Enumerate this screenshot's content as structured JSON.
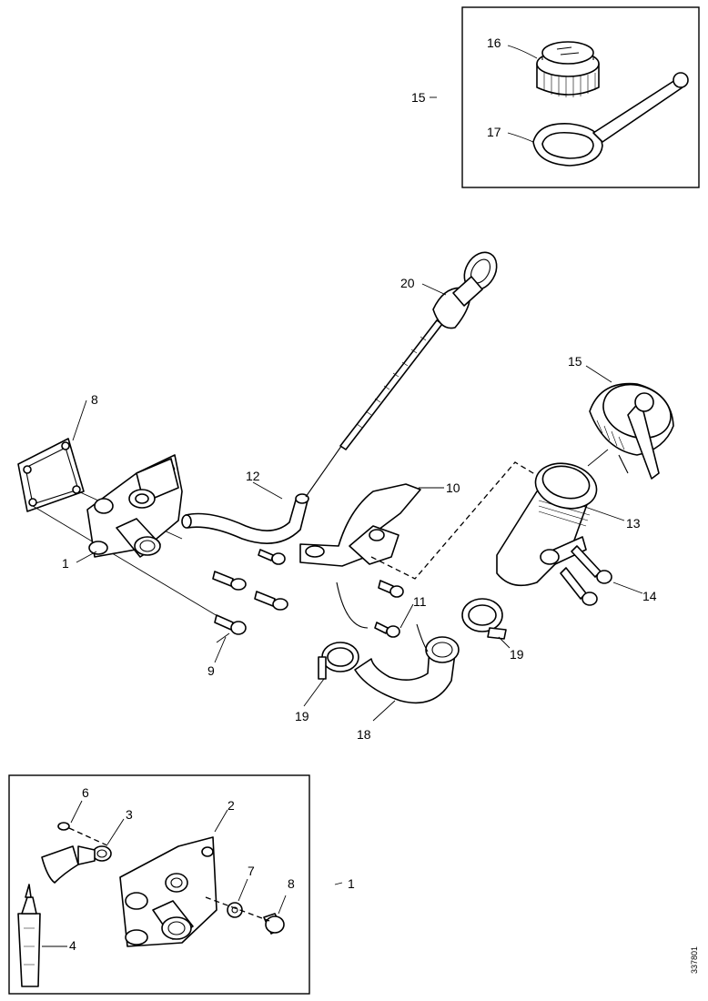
{
  "callouts": {
    "c1_main": "1",
    "c1_inset": "1",
    "c2": "2",
    "c3": "3",
    "c4": "4",
    "c6_inset": "6",
    "c7": "7",
    "c8_main": "8",
    "c8_inset": "8",
    "c9": "9",
    "c10": "10",
    "c11": "11",
    "c12": "12",
    "c13": "13",
    "c14": "14",
    "c15_top": "15",
    "c15_main": "15",
    "c16": "16",
    "c17": "17",
    "c18": "18",
    "c19_left": "19",
    "c19_right": "19",
    "c20": "20"
  },
  "reference_code": "337801"
}
